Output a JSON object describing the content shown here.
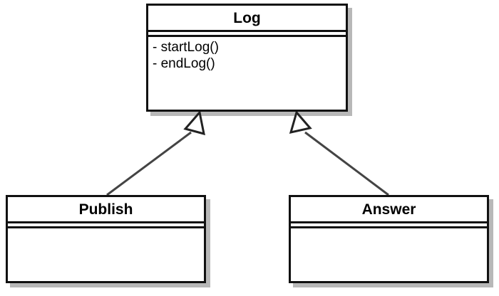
{
  "diagram": {
    "type": "uml-class-diagram",
    "notation": "UML",
    "relationship_type": "generalization",
    "classes": [
      {
        "id": "log",
        "name": "Log",
        "role": "superclass",
        "members": [
          {
            "text": "- startLog()",
            "visibility": "private",
            "kind": "operation"
          },
          {
            "text": "- endLog()",
            "visibility": "private",
            "kind": "operation"
          }
        ]
      },
      {
        "id": "publish",
        "name": "Publish",
        "role": "subclass",
        "members": []
      },
      {
        "id": "answer",
        "name": "Answer",
        "role": "subclass",
        "members": []
      }
    ],
    "connectors": [
      {
        "id": "publish-to-log",
        "from": "publish",
        "to": "log",
        "kind": "generalization",
        "arrowhead": "hollow-triangle"
      },
      {
        "id": "answer-to-log",
        "from": "answer",
        "to": "log",
        "kind": "generalization",
        "arrowhead": "hollow-triangle"
      }
    ],
    "colors": {
      "stroke": "#111111",
      "fill": "#ffffff",
      "shadow": "#b8b8b8",
      "connector": "#444444"
    }
  }
}
